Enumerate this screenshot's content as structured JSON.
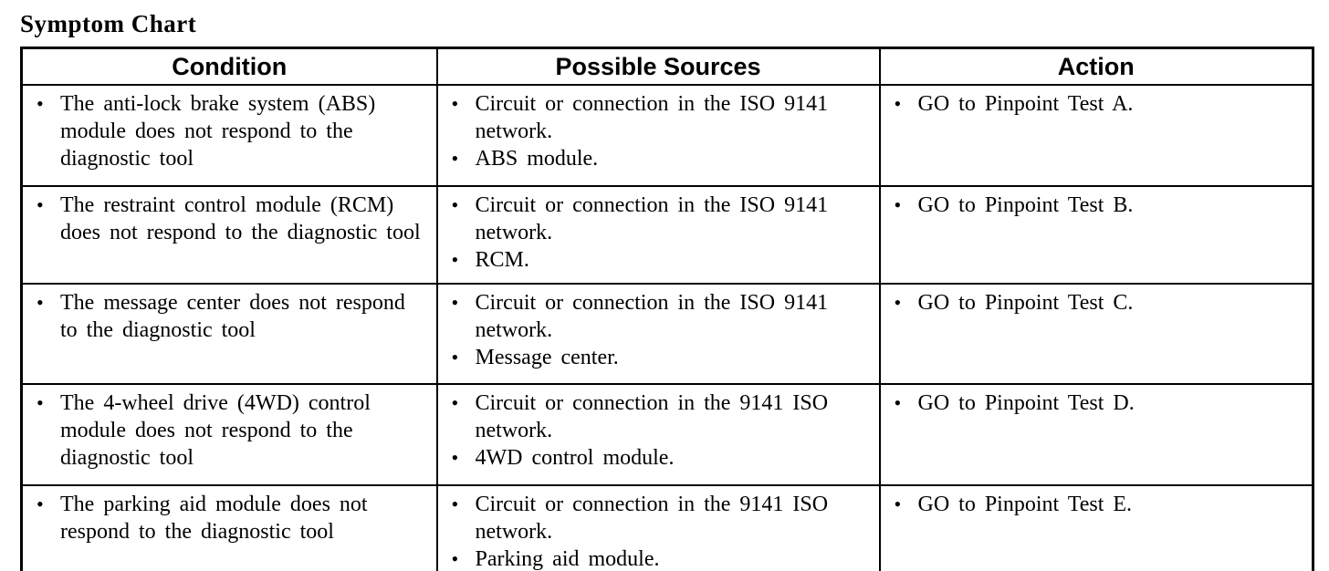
{
  "page": {
    "title": "Symptom Chart"
  },
  "glyphs": {
    "bullet": "•"
  },
  "table": {
    "headers": [
      "Condition",
      "Possible Sources",
      "Action"
    ],
    "rows": [
      {
        "condition": "The anti-lock brake system (ABS) module does not respond to the diagnostic tool",
        "sources": [
          "Circuit or connection in the ISO 9141 network.",
          "ABS module."
        ],
        "action": "GO to Pinpoint Test A."
      },
      {
        "condition": "The restraint control module (RCM) does not respond to the diagnostic tool",
        "sources": [
          "Circuit or connection in the ISO 9141 network.",
          "RCM."
        ],
        "action": "GO to Pinpoint Test B."
      },
      {
        "condition": "The message center does not respond to the diagnostic tool",
        "sources": [
          "Circuit or connection in the ISO 9141 network.",
          "Message center."
        ],
        "action": "GO to Pinpoint Test C."
      },
      {
        "condition": "The 4-wheel drive (4WD) control module does not respond to the diagnostic tool",
        "sources": [
          "Circuit or connection in the 9141 ISO network.",
          "4WD control module."
        ],
        "action": "GO to Pinpoint Test D."
      },
      {
        "condition": "The parking aid module does not respond to the diagnostic tool",
        "sources": [
          "Circuit or connection in the 9141 ISO network.",
          "Parking aid module."
        ],
        "action": "GO to Pinpoint Test E."
      }
    ]
  }
}
